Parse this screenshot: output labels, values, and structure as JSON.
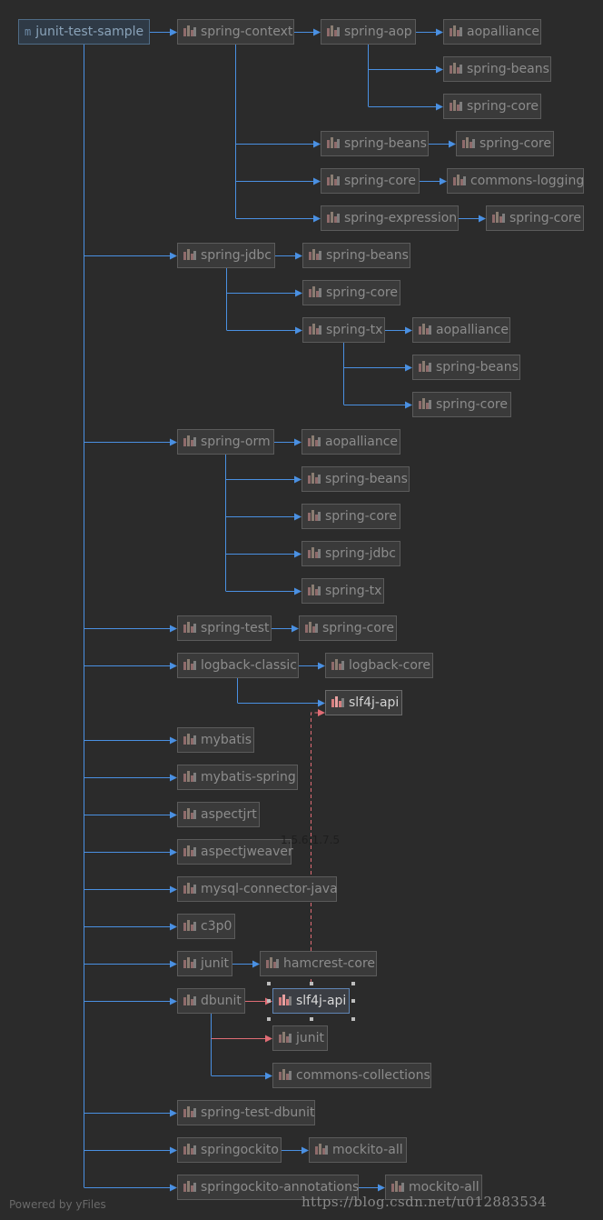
{
  "nodes": {
    "n_root": "junit-test-sample",
    "n_ctx": "spring-context",
    "n_ctx_aop": "spring-aop",
    "n_ctx_aop_aopall": "aopalliance",
    "n_ctx_aop_beans": "spring-beans",
    "n_ctx_aop_core": "spring-core",
    "n_ctx_beans": "spring-beans",
    "n_ctx_beans_core": "spring-core",
    "n_ctx_core": "spring-core",
    "n_ctx_core_logging": "commons-logging",
    "n_ctx_expr": "spring-expression",
    "n_ctx_expr_core": "spring-core",
    "n_jdbc": "spring-jdbc",
    "n_jdbc_beans": "spring-beans",
    "n_jdbc_core": "spring-core",
    "n_jdbc_tx": "spring-tx",
    "n_jdbc_tx_aopall": "aopalliance",
    "n_jdbc_tx_beans": "spring-beans",
    "n_jdbc_tx_core": "spring-core",
    "n_orm": "spring-orm",
    "n_orm_aopall": "aopalliance",
    "n_orm_beans": "spring-beans",
    "n_orm_core": "spring-core",
    "n_orm_jdbc": "spring-jdbc",
    "n_orm_tx": "spring-tx",
    "n_test": "spring-test",
    "n_test_core": "spring-core",
    "n_logback": "logback-classic",
    "n_logback_core": "logback-core",
    "n_logback_slf4j": "slf4j-api",
    "n_mybatis": "mybatis",
    "n_mybatis_spring": "mybatis-spring",
    "n_aspectjrt": "aspectjrt",
    "n_aspectjweaver": "aspectjweaver",
    "n_mysql": "mysql-connector-java",
    "n_c3p0": "c3p0",
    "n_junit": "junit",
    "n_junit_hamcrest": "hamcrest-core",
    "n_dbunit": "dbunit",
    "n_dbunit_slf4j": "slf4j-api",
    "n_dbunit_junit": "junit",
    "n_dbunit_collections": "commons-collections",
    "n_test_dbunit": "spring-test-dbunit",
    "n_springockito": "springockito",
    "n_springockito_mockito": "mockito-all",
    "n_springockito_ann": "springockito-annotations",
    "n_springockito_ann_mockito": "mockito-all"
  },
  "conflict_label": "1.5.6;1.7.5",
  "footer": {
    "powered_by": "Powered by yFiles",
    "watermark": "https://blog.csdn.net/u012883534"
  },
  "colors": {
    "background": "#2b2b2b",
    "edge": "#4a90e2",
    "conflict_edge": "#e06c75"
  }
}
